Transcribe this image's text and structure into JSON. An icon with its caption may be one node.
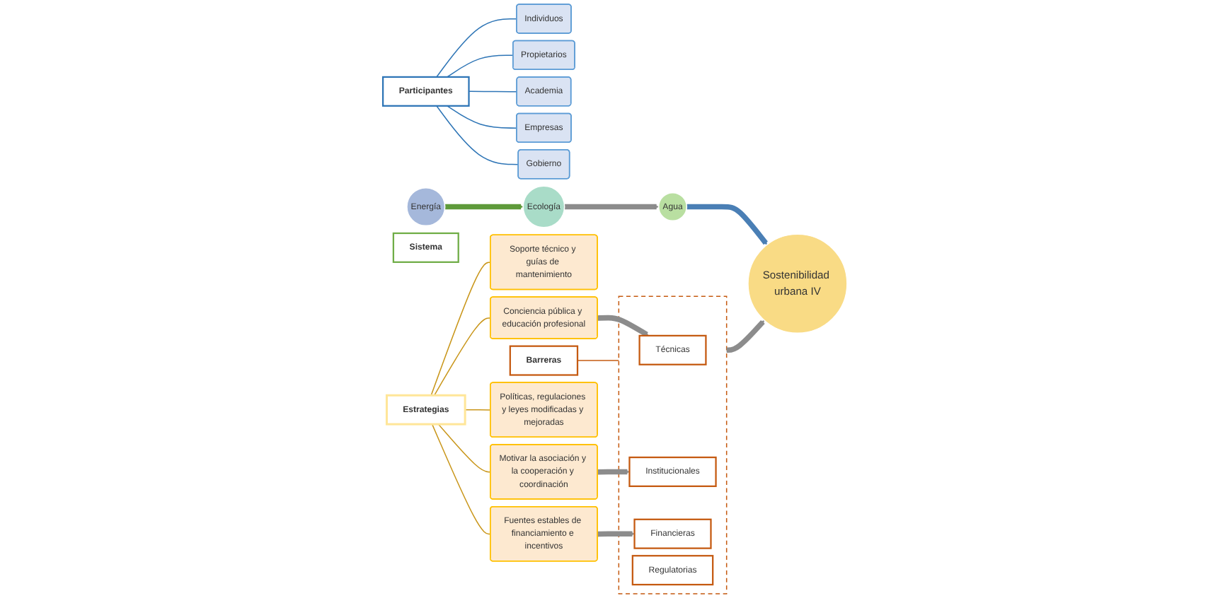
{
  "diagram": {
    "nodes": [
      {
        "text": [
          "Participantes"
        ]
      },
      {
        "text": [
          "Individuos"
        ]
      },
      {
        "text": [
          "Propietarios"
        ]
      },
      {
        "text": [
          "Academia"
        ]
      },
      {
        "text": [
          "Empresas"
        ]
      },
      {
        "text": [
          "Gobierno"
        ]
      },
      {
        "text": [
          "Estrategias"
        ]
      },
      {
        "text": [
          "Conciencia pública y educación profesional"
        ]
      },
      {
        "text": [
          "Soporte técnico y guías de mantenimiento"
        ]
      },
      {
        "text": [
          "Motivar la asociación y la cooperación y coordinación"
        ]
      },
      {
        "text": [
          "Fuentes estables de financiamiento e incentivos"
        ]
      },
      {
        "text": [
          "Políticas, regulaciones y leyes modificadas y mejoradas"
        ]
      },
      {
        "text": [
          "Barreras"
        ]
      },
      {
        "text": [],
        "shape": "box"
      },
      {
        "text": [
          "Técnicas"
        ],
        "in": 13
      },
      {
        "text": [
          "Institucionales"
        ],
        "in": 13
      },
      {
        "text": [
          "Financieras"
        ],
        "in": 13
      },
      {
        "text": [
          "Regulatorias"
        ],
        "in": 13
      },
      {
        "text": [
          "Sistema"
        ]
      },
      {
        "text": [
          "Agua"
        ]
      },
      {
        "text": [
          "Sostenibilidad urbana IV"
        ]
      },
      {
        "text": [
          "Energía"
        ]
      },
      {
        "text": [
          "Ecología"
        ]
      }
    ],
    "edges": [
      {
        "from": 0,
        "to": 1,
        "arrow": "none",
        "color": "#2e75b6"
      },
      {
        "from": 0,
        "to": 2,
        "arrow": "none",
        "color": "#2e75b6"
      },
      {
        "from": 0,
        "to": 3,
        "arrow": "none",
        "color": "#2e75b6"
      },
      {
        "from": 0,
        "to": 4,
        "arrow": "none",
        "color": "#2e75b6"
      },
      {
        "from": 0,
        "to": 5,
        "arrow": "none",
        "color": "#2e75b6"
      },
      {
        "from": 6,
        "to": 7,
        "arrow": "none",
        "color": "#c9961a"
      },
      {
        "from": 6,
        "to": 8,
        "arrow": "none",
        "color": "#c9961a"
      },
      {
        "from": 6,
        "to": 9,
        "arrow": "none",
        "color": "#c9961a"
      },
      {
        "from": 6,
        "to": 10,
        "arrow": "none",
        "color": "#c9961a"
      },
      {
        "from": 6,
        "to": 11,
        "arrow": "none",
        "color": "#c9961a"
      },
      {
        "from": 12,
        "to": 13,
        "arrow": "none",
        "color": "#c55a11"
      },
      {
        "from": 7,
        "to": 14,
        "arrow": "to",
        "style": "thick",
        "color": "#8c8c8c"
      },
      {
        "from": 9,
        "to": 15,
        "arrow": "to",
        "style": "thick",
        "color": "#8c8c8c"
      },
      {
        "from": 10,
        "to": 16,
        "arrow": "to",
        "style": "thick",
        "color": "#8c8c8c"
      },
      {
        "from": 13,
        "to": 20,
        "arrow": "to",
        "style": "thick",
        "color": "#8c8c8c"
      },
      {
        "from": 19,
        "to": 20,
        "arrow": "to",
        "style": "thick",
        "color": "#4a7fb5"
      },
      {
        "from": 22,
        "to": 19,
        "arrow": "to",
        "style": "thick",
        "color": "#8c8c8c"
      },
      {
        "from": 21,
        "to": 22,
        "arrow": "to",
        "style": "thick",
        "color": "#5e9a3a"
      }
    ]
  }
}
